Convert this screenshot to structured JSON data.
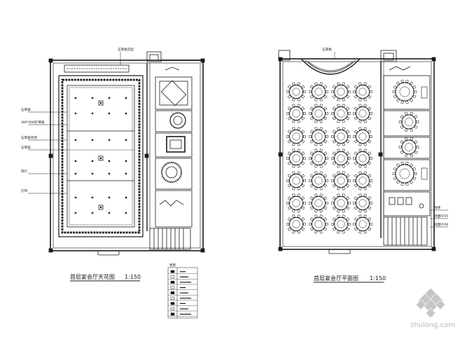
{
  "sheet": {
    "left_plan": {
      "title": "首层宴会厅天花图",
      "scale": "1:150",
      "notes": [
        "石膏板",
        "300*600矿棉板",
        "石膏板吊顶",
        "石膏板",
        "筒灯",
        "灯带"
      ],
      "top_note": "石膏板造型"
    },
    "right_plan": {
      "title": "首层宴会厅平面图",
      "scale": "1:150",
      "notes": [
        "地砖",
        "地面FF05",
        "地面FF06"
      ],
      "top_note": "石膏板"
    },
    "legend": {
      "title": "图例"
    },
    "watermark": {
      "text": "zhulong.com"
    },
    "colors": {
      "ink": "#1a1a1a",
      "paper": "#ffffff",
      "watermark": "#b9b9b9"
    }
  }
}
